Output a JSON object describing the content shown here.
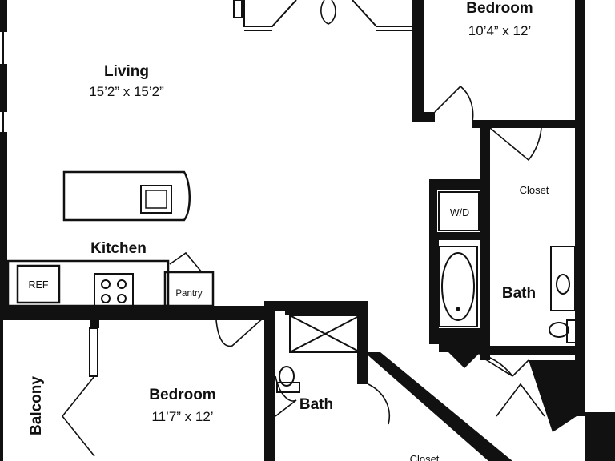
{
  "rooms": {
    "living": {
      "name": "Living",
      "dims": "15’2” x 15’2”"
    },
    "bedroom_top": {
      "name": "Bedroom",
      "dims": "10’4” x 12’"
    },
    "kitchen": {
      "name": "Kitchen"
    },
    "bedroom_bottom": {
      "name": "Bedroom",
      "dims": "11’7” x 12’"
    },
    "bath_right": {
      "name": "Bath"
    },
    "bath_bottom": {
      "name": "Bath"
    },
    "balcony": {
      "name": "Balcony"
    },
    "closet_top": {
      "name": "Closet"
    },
    "closet_bottom": {
      "name": "Closet"
    }
  },
  "fixtures": {
    "ref": "REF",
    "pantry": "Pantry",
    "wd": "W/D"
  },
  "colors": {
    "wall": "#111111",
    "background": "#ffffff"
  }
}
